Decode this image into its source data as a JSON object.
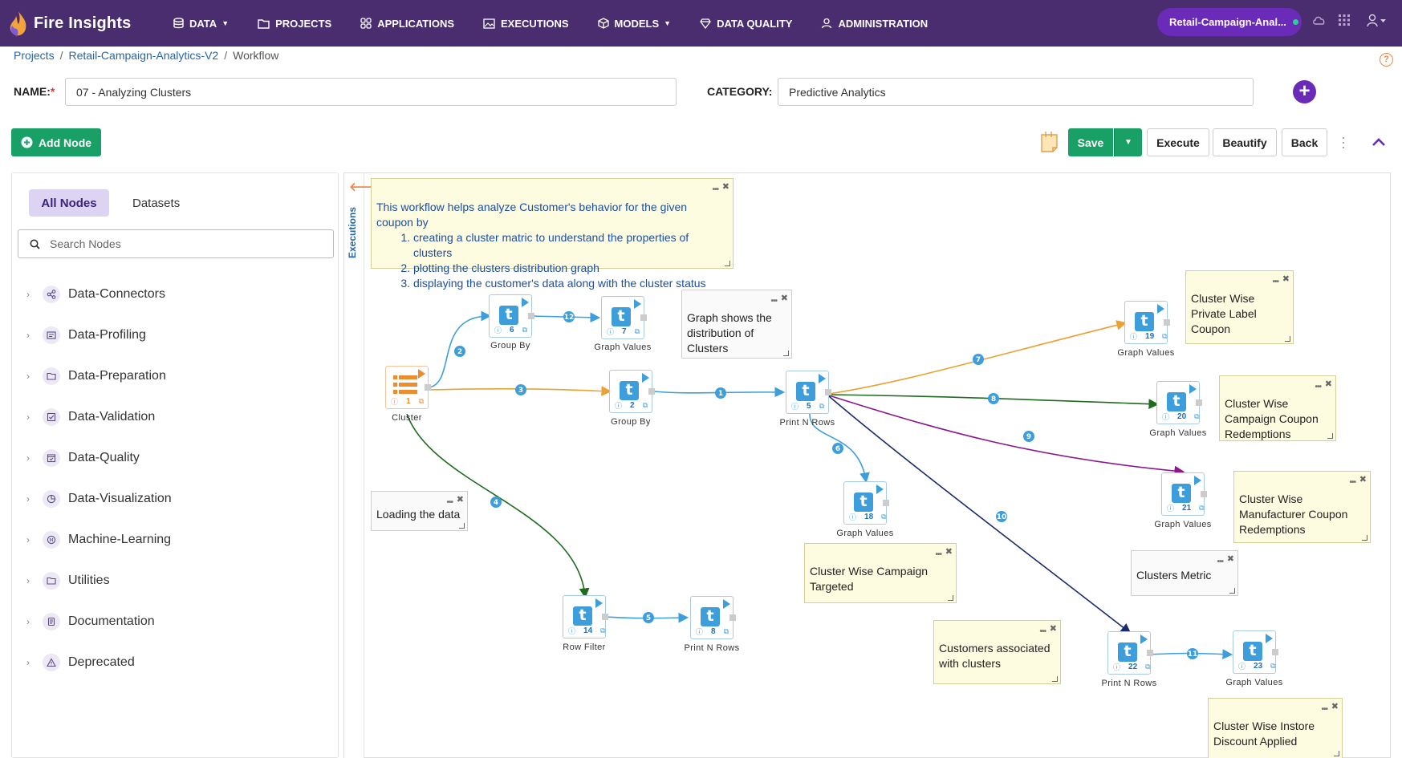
{
  "app": {
    "name": "Fire Insights"
  },
  "nav": {
    "data": "DATA",
    "projects": "PROJECTS",
    "applications": "APPLICATIONS",
    "executions": "EXECUTIONS",
    "models": "MODELS",
    "data_quality": "DATA QUALITY",
    "administration": "ADMINISTRATION",
    "current_project": "Retail-Campaign-Anal..."
  },
  "breadcrumb": {
    "projects": "Projects",
    "project": "Retail-Campaign-Analytics-V2",
    "current": "Workflow",
    "separator": "/"
  },
  "form": {
    "name_label": "NAME:",
    "required_mark": "*",
    "name_value": "07 - Analyzing Clusters",
    "category_label": "CATEGORY:",
    "category_value": "Predictive Analytics"
  },
  "toolbar": {
    "add_node": "Add Node",
    "save": "Save",
    "execute": "Execute",
    "beautify": "Beautify",
    "back": "Back"
  },
  "left_panel": {
    "tab_all_nodes": "All Nodes",
    "tab_datasets": "Datasets",
    "search_placeholder": "Search Nodes",
    "categories": [
      "Data-Connectors",
      "Data-Profiling",
      "Data-Preparation",
      "Data-Validation",
      "Data-Quality",
      "Data-Visualization",
      "Machine-Learning",
      "Utilities",
      "Documentation",
      "Deprecated"
    ]
  },
  "canvas": {
    "executions_tab": "Executions",
    "intro_note": {
      "title": "This workflow helps analyze Customer's behavior for the given coupon by",
      "items": [
        "creating a cluster matric to understand the properties of clusters",
        "plotting the clusters distribution graph",
        "displaying the customer's data along with the cluster status"
      ]
    },
    "notes": {
      "loading": "Loading the data",
      "distribution": "Graph shows the distribution of Clusters",
      "private_label": "Cluster Wise Private Label Coupon",
      "campaign_redemptions": "Cluster Wise Campaign Coupon Redemptions",
      "manufacturer": "Cluster Wise Manufacturer Coupon Redemptions",
      "clusters_metric": "Clusters Metric",
      "campaign_targeted": "Cluster Wise Campaign Targeted",
      "customers": "Customers associated with clusters",
      "instore": "Cluster Wise Instore Discount Applied"
    },
    "nodes": {
      "n1": {
        "id": "1",
        "label": "Cluster"
      },
      "n6": {
        "id": "6",
        "label": "Group By"
      },
      "n7": {
        "id": "7",
        "label": "Graph Values"
      },
      "n2": {
        "id": "2",
        "label": "Group By"
      },
      "n5": {
        "id": "5",
        "label": "Print N Rows"
      },
      "n19": {
        "id": "19",
        "label": "Graph Values"
      },
      "n20": {
        "id": "20",
        "label": "Graph Values"
      },
      "n21": {
        "id": "21",
        "label": "Graph Values"
      },
      "n18": {
        "id": "18",
        "label": "Graph Values"
      },
      "n14": {
        "id": "14",
        "label": "Row Filter"
      },
      "n8": {
        "id": "8",
        "label": "Print N Rows"
      },
      "n22": {
        "id": "22",
        "label": "Print N Rows"
      },
      "n23": {
        "id": "23",
        "label": "Graph Values"
      }
    },
    "edges": [
      "1",
      "2",
      "3",
      "4",
      "5",
      "6",
      "7",
      "8",
      "9",
      "10",
      "11",
      "12"
    ]
  },
  "colors": {
    "nav_bg": "#4a2d6e",
    "accent_purple": "#6a2bb8",
    "green": "#18a067",
    "edge_blue": "#3d9edb",
    "edge_orange": "#e8a236",
    "edge_green": "#1f6b1f",
    "edge_purple": "#8a1a8a",
    "edge_navy": "#1a2a6b"
  }
}
